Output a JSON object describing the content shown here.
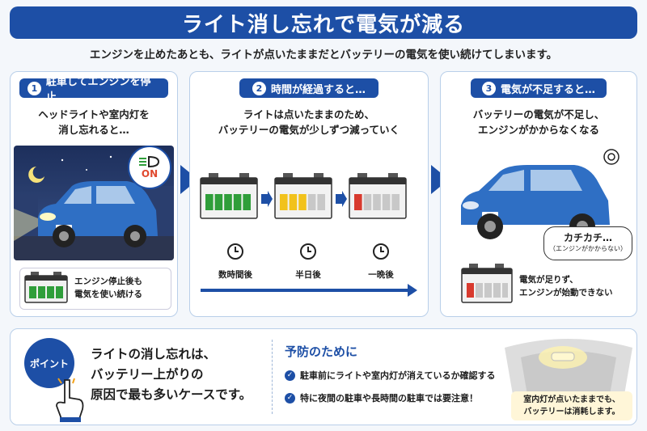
{
  "title": "ライト消し忘れで電気が減る",
  "subtitle": "エンジンを止めたあとも、ライトが点いたままだとバッテリーの電気を使い続けてしまいます。",
  "step1": {
    "num": "1",
    "label": "駐車してエンジンを停止",
    "text_line1": "ヘッドライトや室内灯を",
    "text_line2": "消し忘れると…",
    "on_badge": "ON",
    "battery_note_line1": "エンジン停止後も",
    "battery_note_line2": "電気を使い続ける"
  },
  "step2": {
    "num": "2",
    "label": "時間が経過すると…",
    "text_line1": "ライトは点いたままのため、",
    "text_line2": "バッテリーの電気が少しずつ減っていく",
    "times": [
      "数時間後",
      "半日後",
      "一晩後"
    ],
    "battery_levels": [
      1.0,
      0.6,
      0.2
    ]
  },
  "step3": {
    "num": "3",
    "label": "電気が不足すると…",
    "text_line1": "バッテリーの電気が不足し、",
    "text_line2": "エンジンがかからなくなる",
    "bubble_main": "カチカチ…",
    "bubble_sub": "（エンジンがかからない）",
    "battery_note_line1": "電気が足りず、",
    "battery_note_line2": "エンジンが始動できない"
  },
  "bottom": {
    "point_label": "ポイント",
    "point_line1": "ライトの消し忘れは、",
    "point_line2": "バッテリー上がりの",
    "point_line3": "原因で最も多いケースです。",
    "prevention_title": "予防のために",
    "checks": [
      "駐車前にライトや室内灯が消えているか確認する",
      "特に夜間の駐車や長時間の駐車では要注意！"
    ],
    "note_line1": "室内灯が点いたままでも、",
    "note_line2": "バッテリーは消耗します。"
  },
  "colors": {
    "primary": "#1d4fa6",
    "battery_full": "#2f9e3a",
    "battery_mid": "#f2c21b",
    "battery_low": "#d83a2e",
    "car": "#2f6fc4"
  }
}
